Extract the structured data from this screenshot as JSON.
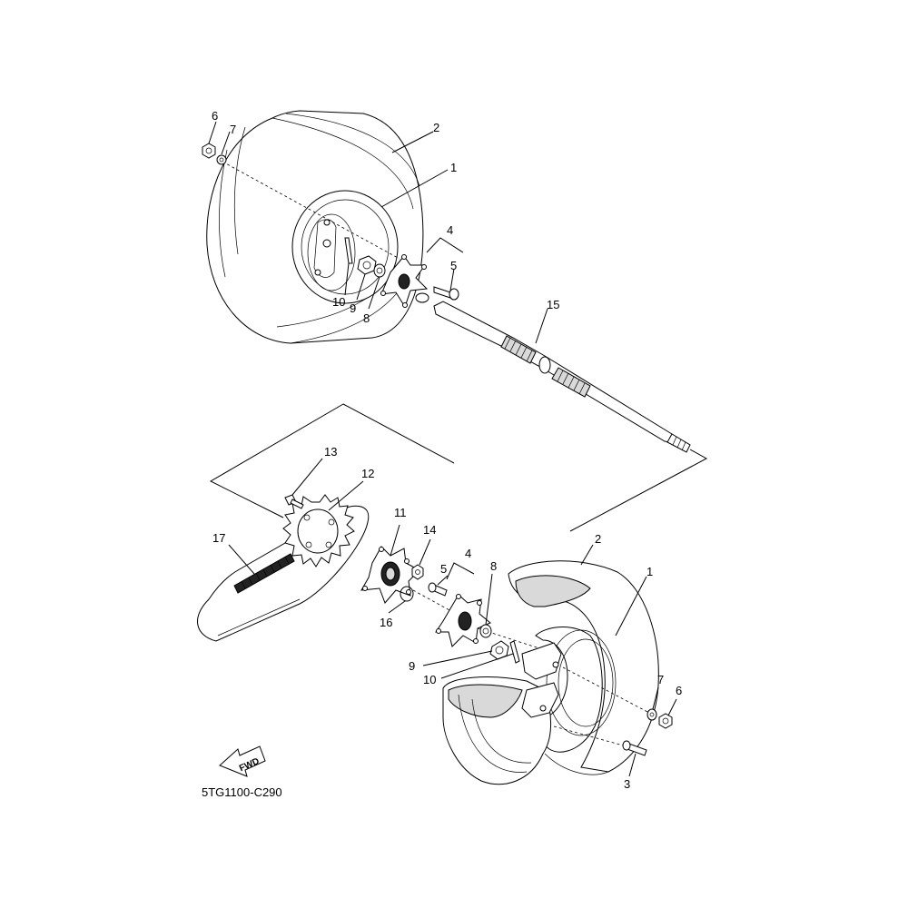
{
  "diagram": {
    "drawing_code": "5TG1100-C290",
    "fwd_label": "FWD",
    "callouts": {
      "top_6": "6",
      "top_7": "7",
      "top_2": "2",
      "top_1": "1",
      "top_4": "4",
      "top_5": "5",
      "top_10": "10",
      "top_9": "9",
      "top_8": "8",
      "top_15": "15",
      "bot_13": "13",
      "bot_12": "12",
      "bot_17": "17",
      "bot_11": "11",
      "bot_14": "14",
      "bot_4": "4",
      "bot_5": "5",
      "bot_8": "8",
      "bot_2": "2",
      "bot_1": "1",
      "bot_16": "16",
      "bot_9": "9",
      "bot_10": "10",
      "bot_7": "7",
      "bot_6": "6",
      "bot_3": "3"
    }
  },
  "colors": {
    "line": "#000000",
    "background": "#ffffff",
    "shade": "#d9d9d9"
  }
}
